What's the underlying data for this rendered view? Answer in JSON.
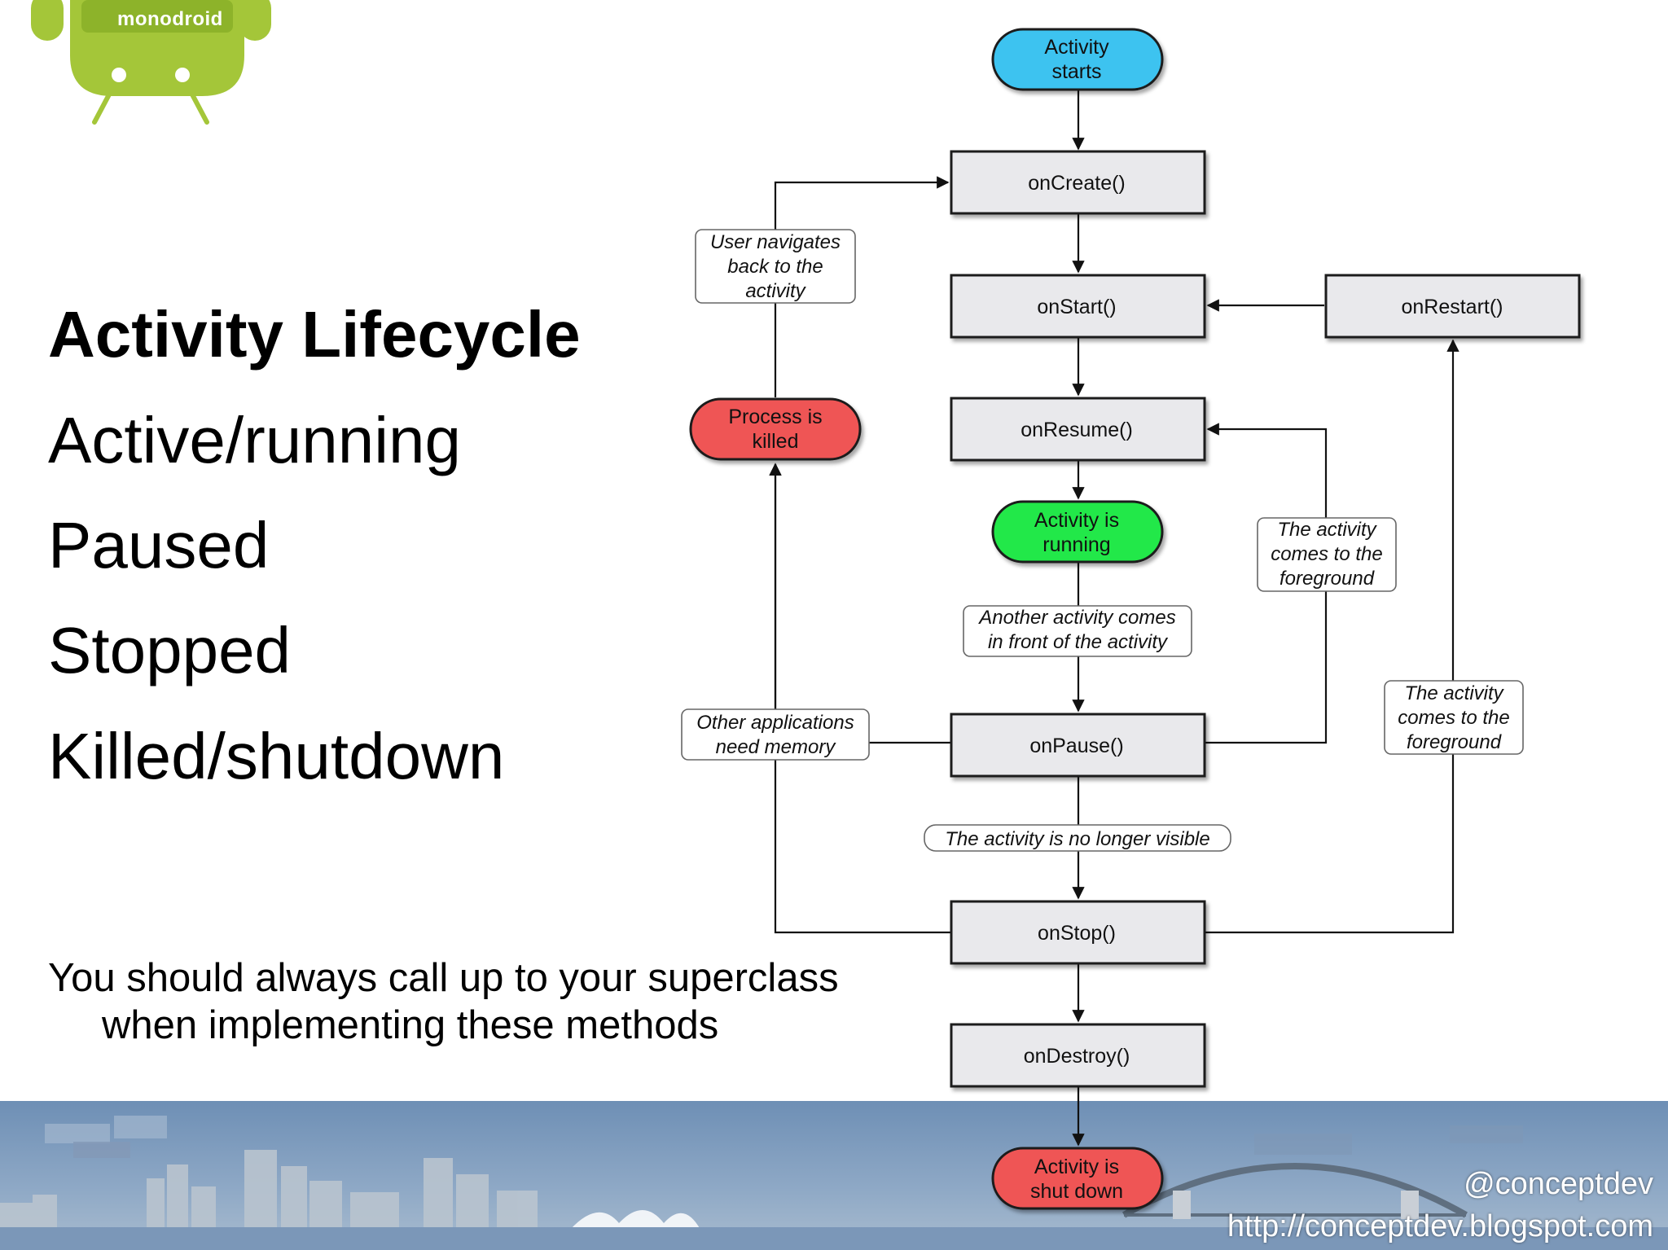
{
  "logo": {
    "text": "monodroid"
  },
  "slide": {
    "title": "Activity Lifecycle",
    "states": [
      "Active/running",
      "Paused",
      "Stopped",
      "Killed/shutdown"
    ],
    "note": "You should always call up to your superclass when implementing these methods"
  },
  "diagram": {
    "start": [
      "Activity",
      "starts"
    ],
    "on_create": "onCreate()",
    "on_start": "onStart()",
    "on_restart": "onRestart()",
    "on_resume": "onResume()",
    "running": [
      "Activity is",
      "running"
    ],
    "on_pause": "onPause()",
    "on_stop": "onStop()",
    "on_destroy": "onDestroy()",
    "shut_down": [
      "Activity is",
      "shut down"
    ],
    "killed": [
      "Process is",
      "killed"
    ],
    "label_navigate_back": [
      "User navigates",
      "back to the",
      "activity"
    ],
    "label_another_activity": [
      "Another activity comes",
      "in front of the activity"
    ],
    "label_other_apps": [
      "Other applications",
      "need memory"
    ],
    "label_no_longer_visible": "The activity is no longer visible",
    "label_foreground_resume": [
      "The activity",
      "comes to the",
      "foreground"
    ],
    "label_foreground_restart": [
      "The activity",
      "comes to the",
      "foreground"
    ],
    "colors": {
      "start": "#3cc3f0",
      "running": "#22e84a",
      "terminal": "#ef5454",
      "box_fill": "#e9e9ec"
    }
  },
  "footer": {
    "handle": "@conceptdev",
    "url": "http://conceptdev.blogspot.com"
  }
}
